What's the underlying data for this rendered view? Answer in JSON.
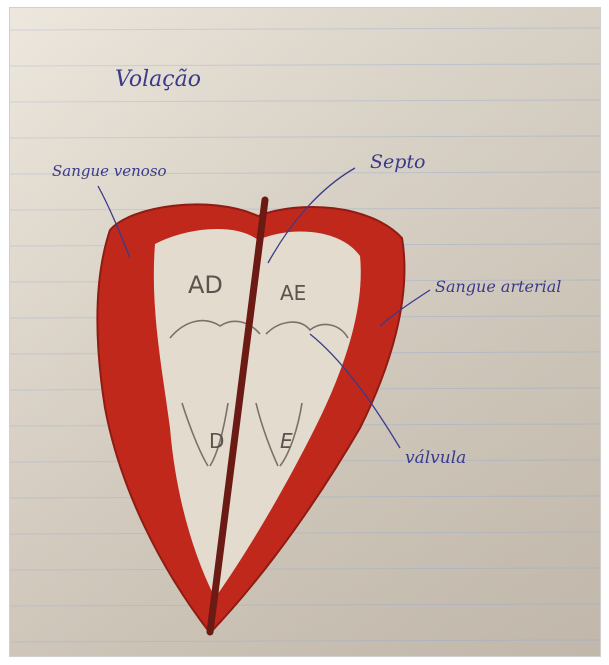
{
  "title": "Volação",
  "labels": {
    "venous": "Sangue venoso",
    "septum": "Septo",
    "arterial": "Sangue arterial",
    "valve": "válvula"
  },
  "chambers": {
    "right_atrium": "AD",
    "left_atrium": "AE",
    "right_ventricle": "D",
    "left_ventricle": "E"
  },
  "colors": {
    "paper": "#e5ddd0",
    "rule_line": "#b9c3d6",
    "ink": "#3a3a8c",
    "muscle": "#c0281c",
    "septum": "#6b1a14",
    "pencil": "#5b534c"
  }
}
